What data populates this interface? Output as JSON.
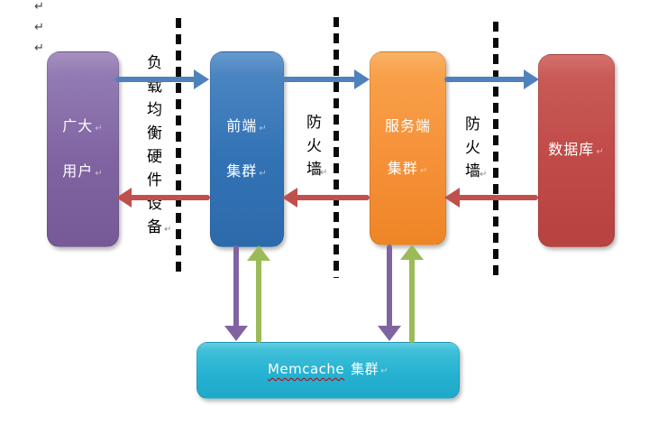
{
  "document": {
    "background": "#ffffff",
    "formatting_mark": "↵",
    "top_left_paragraph_marks": 3
  },
  "nodes": {
    "users": {
      "line1": "广大",
      "line2": "用户",
      "fill": "#8064A2"
    },
    "frontend": {
      "line1": "前端",
      "line2": "集群",
      "fill": "#3273B5"
    },
    "server": {
      "line1": "服务端",
      "line2": "集群",
      "fill": "#F79646"
    },
    "database": {
      "line1": "数据库",
      "fill": "#C0504D"
    },
    "memcache": {
      "word": "Memcache",
      "cluster": "集群",
      "fill": "#26B2D2",
      "spellcheck_underline": "#C00000"
    }
  },
  "boundary_labels": {
    "load_balancer_vertical": "负载均衡硬件设备",
    "firewall_left": "防火墙",
    "firewall_right": "防火墙"
  },
  "edges": [
    {
      "from": "users",
      "to": "frontend",
      "color": "#4F81BD",
      "direction": "right"
    },
    {
      "from": "frontend",
      "to": "server",
      "color": "#4F81BD",
      "direction": "right"
    },
    {
      "from": "server",
      "to": "database",
      "color": "#4F81BD",
      "direction": "right"
    },
    {
      "from": "frontend",
      "to": "users",
      "color": "#C0504D",
      "direction": "left"
    },
    {
      "from": "server",
      "to": "frontend",
      "color": "#C0504D",
      "direction": "left"
    },
    {
      "from": "database",
      "to": "server",
      "color": "#C0504D",
      "direction": "left"
    },
    {
      "from": "frontend",
      "to": "memcache",
      "color": "#8064A2",
      "direction": "down"
    },
    {
      "from": "memcache",
      "to": "frontend",
      "color": "#9BBB59",
      "direction": "up"
    },
    {
      "from": "server",
      "to": "memcache",
      "color": "#8064A2",
      "direction": "down"
    },
    {
      "from": "memcache",
      "to": "server",
      "color": "#9BBB59",
      "direction": "up"
    }
  ],
  "colors": {
    "boundary_dash": "#000000",
    "forward_arrow": "#4F81BD",
    "return_arrow": "#C0504D",
    "cache_write_arrow": "#8064A2",
    "cache_read_arrow": "#9BBB59"
  }
}
